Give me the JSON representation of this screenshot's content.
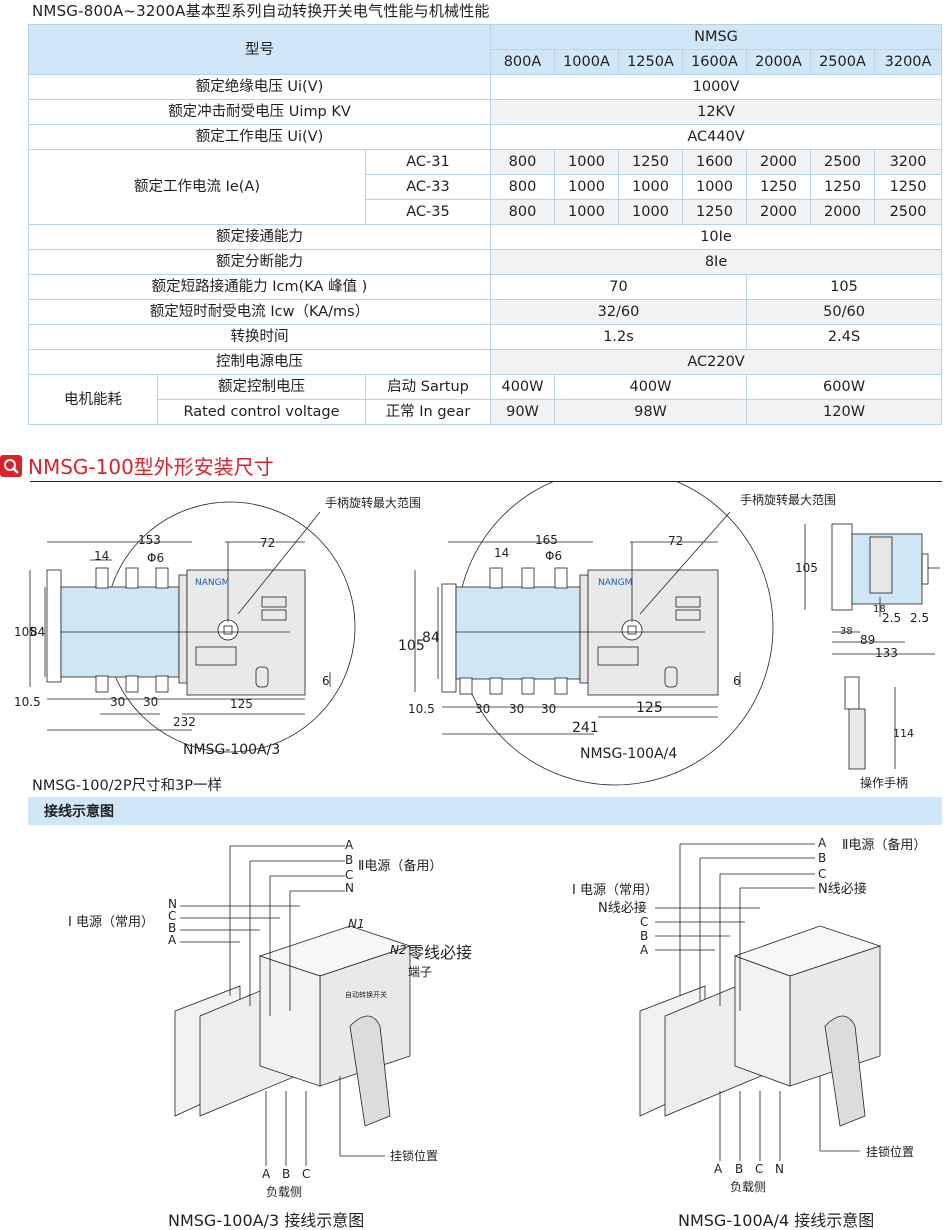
{
  "doc_title": "NMSG-800A~3200A基本型系列自动转换开关电气性能与机械性能",
  "spec_table": {
    "model_label": "型号",
    "series": "NMSG",
    "ratings": [
      "800A",
      "1000A",
      "1250A",
      "1600A",
      "2000A",
      "2500A",
      "3200A"
    ],
    "insulation_label": "额定绝缘电压 Ui(V)",
    "insulation_value": "1000V",
    "impulse_label": "额定冲击耐受电压 Uimp KV",
    "impulse_value": "12KV",
    "op_voltage_label": "额定工作电压 Ui(V)",
    "op_voltage_value": "AC440V",
    "op_current_label": "额定工作电流 Ie(A)",
    "ac_rows": [
      {
        "cat": "AC-31",
        "values": [
          "800",
          "1000",
          "1250",
          "1600",
          "2000",
          "2500",
          "3200"
        ]
      },
      {
        "cat": "AC-33",
        "values": [
          "800",
          "1000",
          "1000",
          "1000",
          "1250",
          "1250",
          "1250"
        ]
      },
      {
        "cat": "AC-35",
        "values": [
          "800",
          "1000",
          "1000",
          "1250",
          "2000",
          "2000",
          "2500"
        ]
      }
    ],
    "making_label": "额定接通能力",
    "making_value": "10Ie",
    "breaking_label": "额定分断能力",
    "breaking_value": "8Ie",
    "icm_label": "额定短路接通能力 Icm(KA 峰值 )",
    "icm_a": "70",
    "icm_b": "105",
    "icw_label": "额定短时耐受电流 Icw（KA/ms）",
    "icw_a": "32/60",
    "icw_b": "50/60",
    "switch_label": "转换时间",
    "switch_a": "1.2s",
    "switch_b": "2.4S",
    "ctrl_supply_label": "控制电源电压",
    "ctrl_supply_value": "AC220V",
    "motor_label": "电机能耗",
    "rated_ctrl_cn": "额定控制电压",
    "rated_ctrl_en": "Rated control voltage",
    "startup_label": "启动 Sartup",
    "startup_values": [
      "400W",
      "400W",
      "600W"
    ],
    "ingear_label": "正常 In gear",
    "ingear_values": [
      "90W",
      "98W",
      "120W"
    ]
  },
  "section1_title": "NMSG-100型外形安装尺寸",
  "dims": {
    "handle_range": "手柄旋转最大范围",
    "logo": "NANGM",
    "d3": {
      "w153": "153",
      "w14": "14",
      "phi": "Φ6",
      "w72": "72",
      "h105": "105",
      "h84": "84",
      "h6": "6",
      "w10": "10.5",
      "w30a": "30",
      "w30b": "30",
      "w125": "125",
      "w232": "232",
      "caption": "NMSG-100A/3"
    },
    "d4": {
      "w165": "165",
      "w14": "14",
      "phi": "Φ6",
      "w72": "72",
      "h105": "105",
      "h84": "84",
      "h6": "6",
      "w10": "10.5",
      "w30a": "30",
      "w30b": "30",
      "w30c": "30",
      "w125": "125",
      "w241": "241",
      "caption": "NMSG-100A/4"
    },
    "side": {
      "h105": "105",
      "h18": "18",
      "w38": "38",
      "w25a": "2.5",
      "w25b": "2.5",
      "w89": "89",
      "w133": "133"
    },
    "handle": {
      "h114": "114",
      "caption": "操作手柄"
    },
    "note": "NMSG-100/2P尺寸和3P一样"
  },
  "section2_title": "接线示意图",
  "wiring3": {
    "top_a": "A",
    "top_b": "B",
    "top_c": "C",
    "top_n": "N",
    "backup": "Ⅱ电源（备用）",
    "normal": "Ⅰ 电源（常用）",
    "left_n": "N",
    "left_c": "C",
    "left_b": "B",
    "left_a": "A",
    "n1": "N1",
    "n2": "N2",
    "neutral_must": "零线必接",
    "terminal": "端子",
    "lock": "挂锁位置",
    "bot_a": "A",
    "bot_b": "B",
    "bot_c": "C",
    "load": "负载侧",
    "caption": "NMSG-100A/3 接线示意图",
    "device_label": "自动转换开关"
  },
  "wiring4": {
    "top_a": "A",
    "top_b": "B",
    "top_c": "C",
    "backup": "Ⅱ电源（备用）",
    "n_must_top": "N线必接",
    "normal": "Ⅰ 电源（常用）",
    "n_must_left": "N线必接",
    "left_c": "C",
    "left_b": "B",
    "left_a": "A",
    "lock": "挂锁位置",
    "bot_a": "A",
    "bot_b": "B",
    "bot_c": "C",
    "bot_n": "N",
    "load": "负载侧",
    "caption": "NMSG-100A/4 接线示意图"
  }
}
